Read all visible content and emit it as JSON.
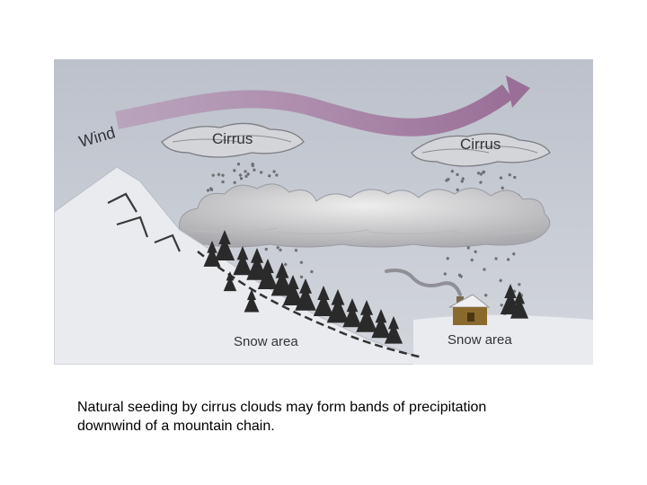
{
  "diagram": {
    "labels": {
      "wind": "Wind",
      "cirrus_left": "Cirrus",
      "cirrus_right": "Cirrus",
      "snow_left": "Snow area",
      "snow_right": "Snow area"
    },
    "colors": {
      "sky": "#c6cad3",
      "wind_arrow": "#9a6f97",
      "snow": "#e9ebef",
      "trees": "#2a2a2a",
      "cabin": "#8a6a2c"
    }
  },
  "caption": {
    "line1": "Natural seeding by cirrus clouds may form bands of precipitation",
    "line2": "downwind of a mountain chain."
  }
}
